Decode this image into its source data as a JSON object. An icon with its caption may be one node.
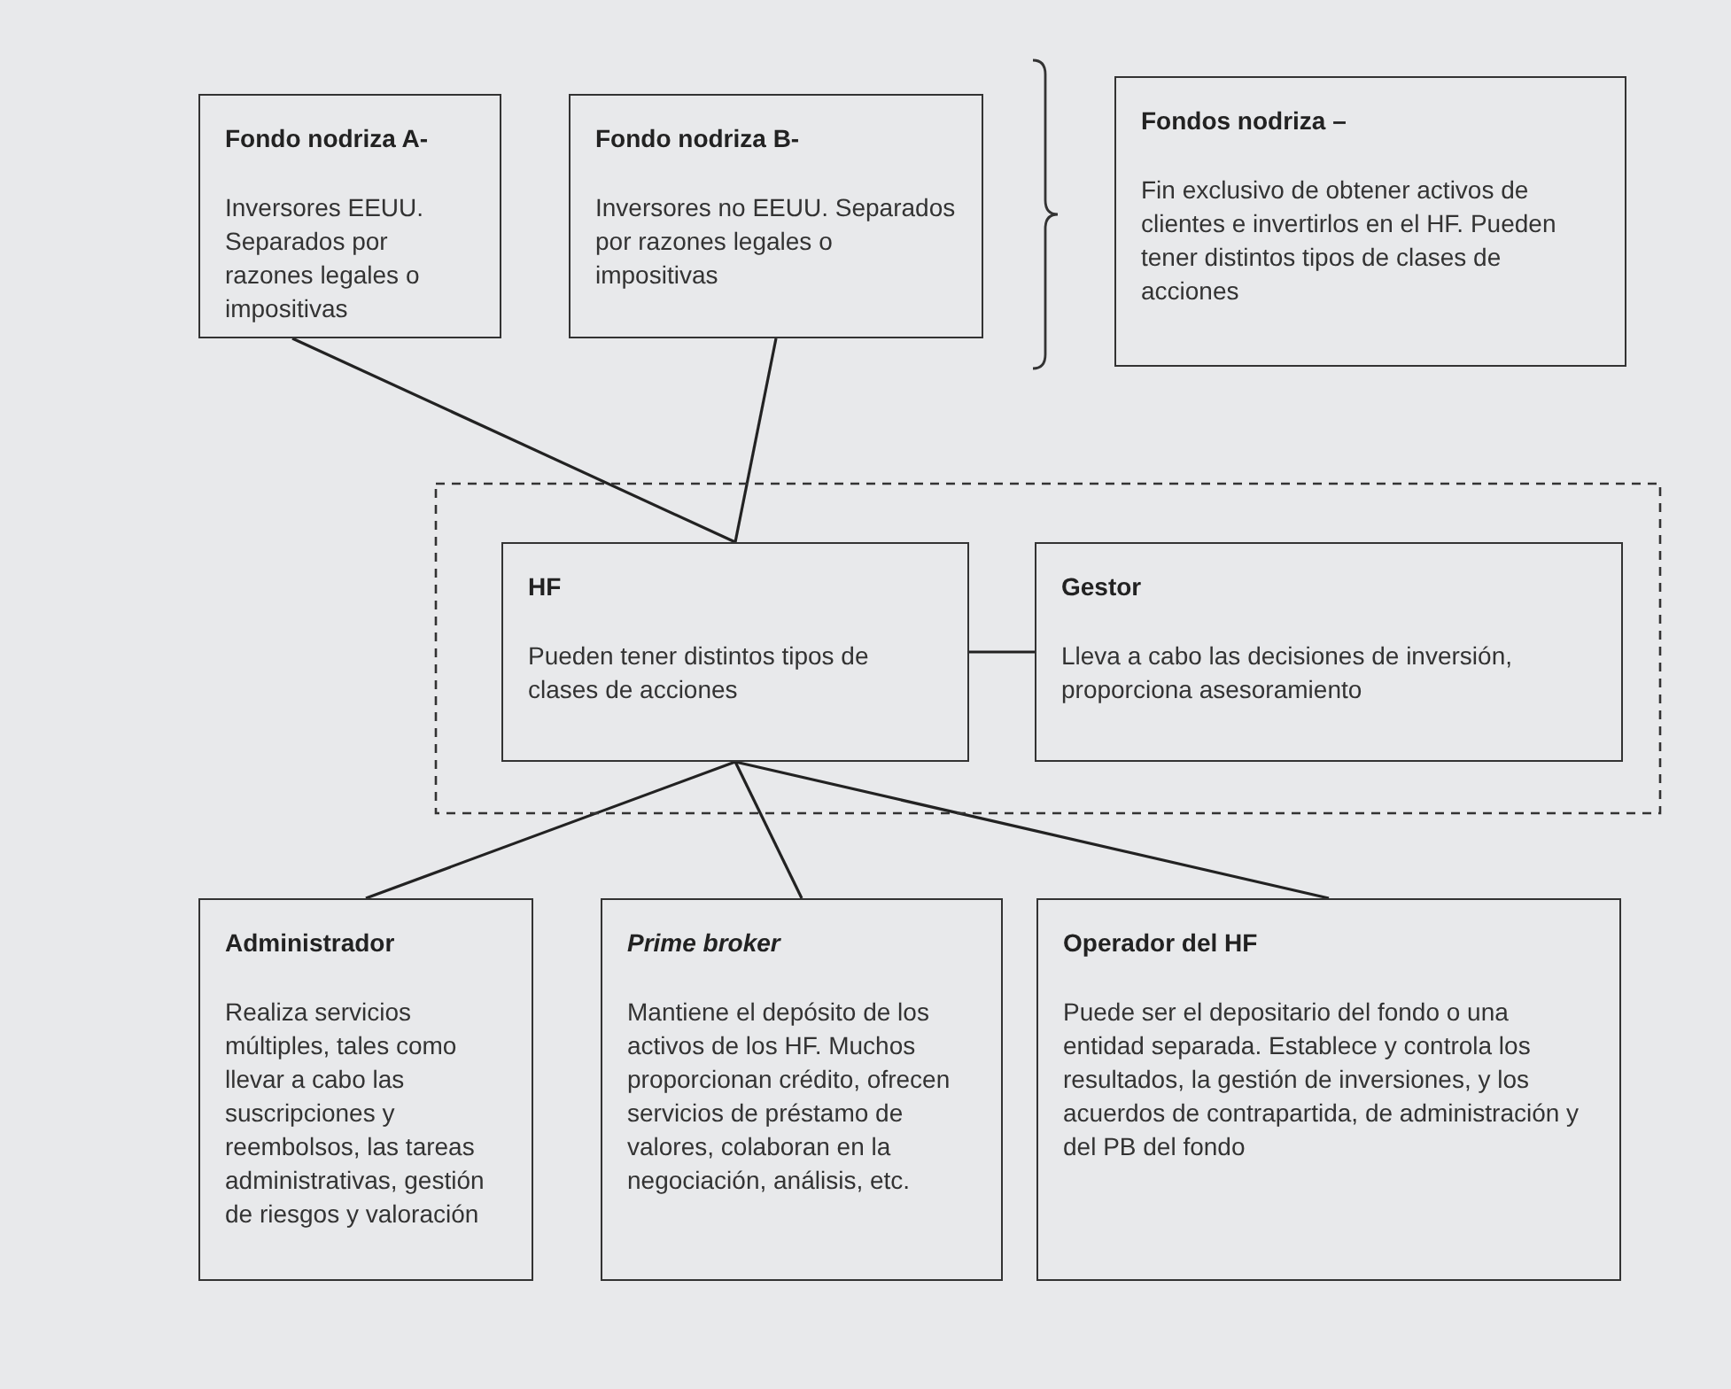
{
  "diagram": {
    "nodes": [
      {
        "text": [
          "Fondo nodriza A-",
          "Inversores EEUU. Separados por razones legales o impositivas"
        ]
      },
      {
        "text": [
          "Fondo nodriza B-",
          "Inversores no EEUU. Separados por razones legales o impositivas"
        ]
      },
      {
        "text": [
          "Fondos nodriza –",
          "Fin exclusivo de obtener activos de clientes e invertirlos en el HF. Pueden tener distintos tipos de clases de acciones"
        ]
      },
      {
        "text": [],
        "shape": "box"
      },
      {
        "text": [
          "HF",
          "Pueden tener distintos tipos de clases de acciones"
        ],
        "in": 3
      },
      {
        "text": [
          "Gestor",
          "Lleva a cabo las decisiones de inversión, proporciona asesoramiento"
        ],
        "in": 3
      },
      {
        "text": [
          "Administrador",
          "Realiza servicios múltiples, tales como llevar a cabo las suscripciones y reembolsos, las tareas administrativas, gestión de riesgos y valoración"
        ]
      },
      {
        "text": [
          "*Prime broker*",
          "Mantiene el depósito de los activos de los HF. Muchos proporcionan crédito, ofrecen servicios de préstamo de valores, colaboran en la negociación, análisis, etc."
        ]
      },
      {
        "text": [
          "Operador del HF",
          "Puede ser el depositario del fondo o una entidad separada. Establece y controla los resultados, la gestión de inversiones, y los acuerdos de contrapartida, de administración y del PB del fondo"
        ]
      }
    ],
    "edges": [
      {
        "from": 0,
        "to": 4,
        "arrow": "none"
      },
      {
        "from": 1,
        "to": 4,
        "arrow": "none"
      },
      {
        "from": 4,
        "to": 5,
        "arrow": "none"
      },
      {
        "from": 4,
        "to": 6,
        "arrow": "none"
      },
      {
        "from": 4,
        "to": 7,
        "arrow": "none"
      },
      {
        "from": 4,
        "to": 8,
        "arrow": "none"
      }
    ]
  }
}
